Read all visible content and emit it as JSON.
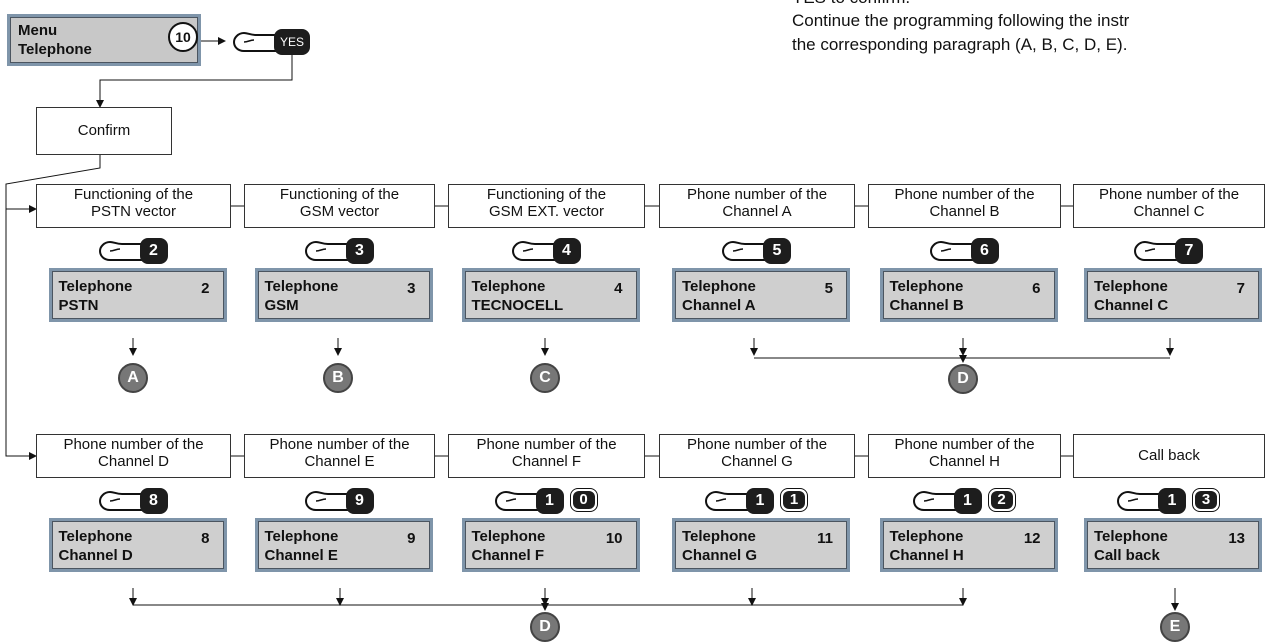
{
  "intro_text": {
    "line1": "YES to confirm.",
    "line2": "Continue the programming following the instr",
    "line3": "the corresponding paragraph (A, B, C, D, E)."
  },
  "menu": {
    "line1": "Menu",
    "line2": "Telephone",
    "number": "10",
    "key": "YES"
  },
  "confirm_label": "Confirm",
  "row1": [
    {
      "label1": "Functioning of the",
      "label2": "PSTN vector",
      "key": "2",
      "lcd1": "Telephone",
      "lcd2": "PSTN",
      "num": "2",
      "result": "A"
    },
    {
      "label1": "Functioning of the",
      "label2": "GSM vector",
      "key": "3",
      "lcd1": "Telephone",
      "lcd2": "GSM",
      "num": "3",
      "result": "B"
    },
    {
      "label1": "Functioning of the",
      "label2": "GSM EXT. vector",
      "key": "4",
      "lcd1": "Telephone",
      "lcd2": "TECNOCELL",
      "num": "4",
      "result": "C"
    },
    {
      "label1": "Phone number of the",
      "label2": "Channel A",
      "key": "5",
      "lcd1": "Telephone",
      "lcd2": "Channel A",
      "num": "5"
    },
    {
      "label1": "Phone number of the",
      "label2": "Channel B",
      "key": "6",
      "lcd1": "Telephone",
      "lcd2": "Channel B",
      "num": "6"
    },
    {
      "label1": "Phone number of the",
      "label2": "Channel C",
      "key": "7",
      "lcd1": "Telephone",
      "lcd2": "Channel C",
      "num": "7"
    }
  ],
  "row1_merge_result": "D",
  "row2": [
    {
      "label1": "Phone number of the",
      "label2": "Channel D",
      "keys": [
        "8"
      ],
      "lcd1": "Telephone",
      "lcd2": "Channel D",
      "num": "8"
    },
    {
      "label1": "Phone number of the",
      "label2": "Channel E",
      "keys": [
        "9"
      ],
      "lcd1": "Telephone",
      "lcd2": "Channel E",
      "num": "9"
    },
    {
      "label1": "Phone number of the",
      "label2": "Channel F",
      "keys": [
        "1",
        "0"
      ],
      "lcd1": "Telephone",
      "lcd2": "Channel F",
      "num": "10"
    },
    {
      "label1": "Phone number of the",
      "label2": "Channel G",
      "keys": [
        "1",
        "1"
      ],
      "lcd1": "Telephone",
      "lcd2": "Channel G",
      "num": "11"
    },
    {
      "label1": "Phone number of the",
      "label2": "Channel H",
      "keys": [
        "1",
        "2"
      ],
      "lcd1": "Telephone",
      "lcd2": "Channel H",
      "num": "12"
    },
    {
      "label1": "Call back",
      "label2": "",
      "keys": [
        "1",
        "3"
      ],
      "lcd1": "Telephone",
      "lcd2": "Call back",
      "num": "13",
      "result": "E"
    }
  ],
  "row2_merge_result": "D"
}
